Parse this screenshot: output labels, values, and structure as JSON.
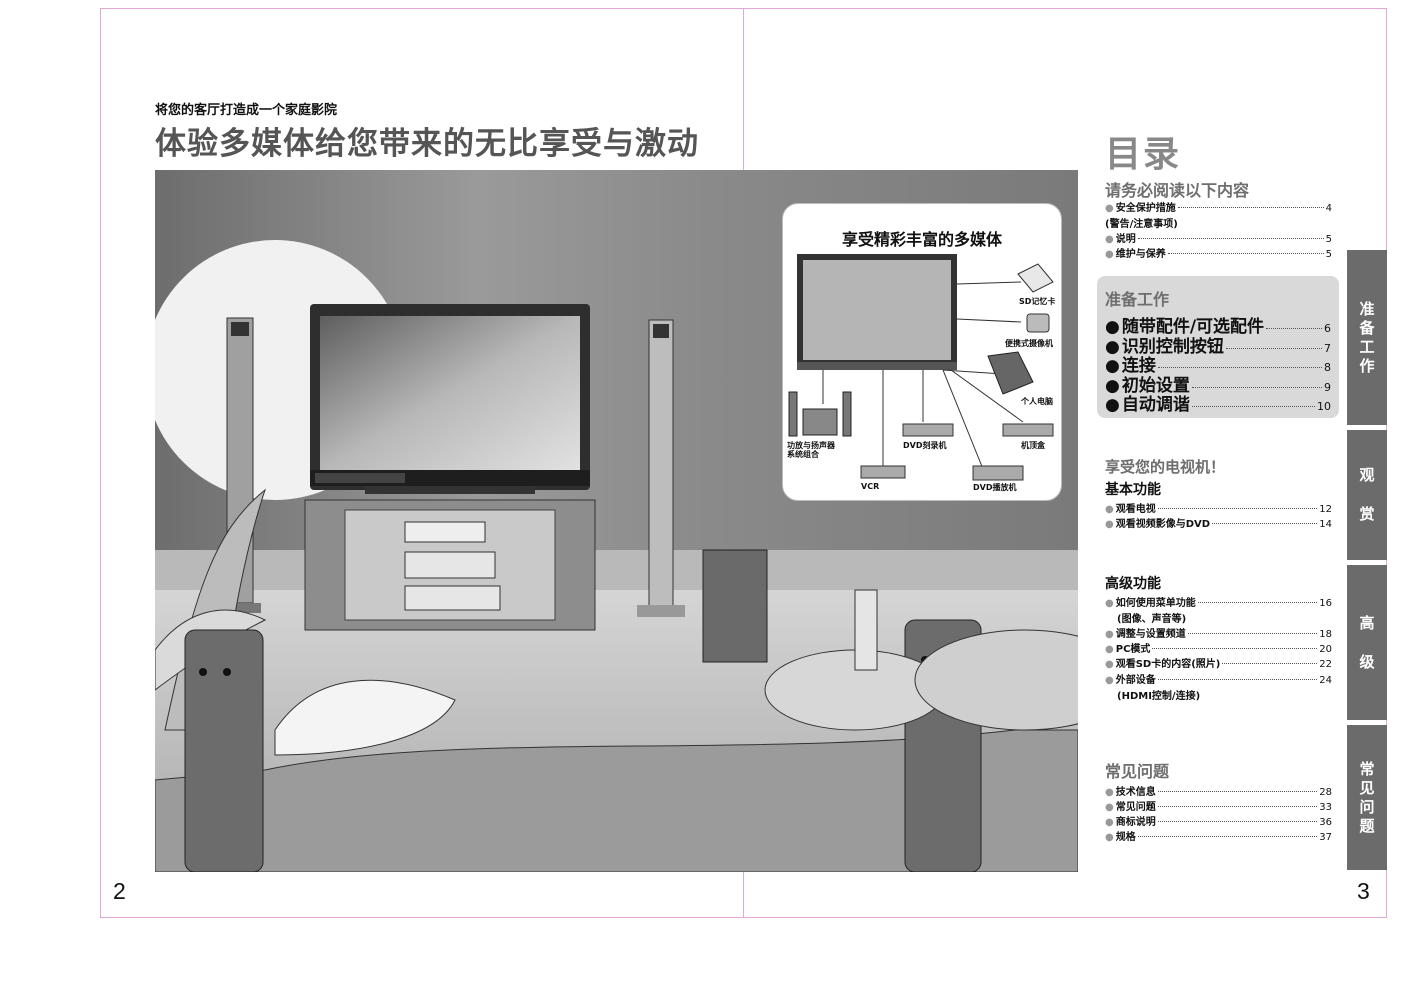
{
  "left_page": {
    "kicker": "将您的客厅打造成一个家庭影院",
    "headline": "体验多媒体给您带来的无比享受与激动",
    "page_number": "2"
  },
  "multimedia_box": {
    "title": "享受精彩丰富的多媒体",
    "labels": {
      "sd_card": "SD记忆卡",
      "camcorder": "便携式摄像机",
      "pc": "个人电脑",
      "amp_line1": "功放与扬声器",
      "amp_line2": "系统组合",
      "dvd_recorder": "DVD刻录机",
      "set_top_box": "机顶盒",
      "vcr": "VCR",
      "dvd_player": "DVD播放机"
    }
  },
  "toc": {
    "title": "目录",
    "must_read": {
      "heading": "请务必阅读以下内容",
      "items": [
        {
          "label": "安全保护措施",
          "page": "4",
          "note": "(警告/注意事项)"
        },
        {
          "label": "说明",
          "page": "5"
        },
        {
          "label": "维护与保养",
          "page": "5"
        }
      ]
    },
    "prep": {
      "heading": "准备工作",
      "items": [
        {
          "label": "随带配件/可选配件",
          "page": "6"
        },
        {
          "label": "识别控制按钮",
          "page": "7"
        },
        {
          "label": "连接",
          "page": "8"
        },
        {
          "label": "初始设置",
          "page": "9"
        },
        {
          "label": "自动调谐",
          "page": "10"
        }
      ]
    },
    "enjoy": {
      "heading": "享受您的电视机！",
      "sub": "基本功能",
      "items": [
        {
          "label": "观看电视",
          "page": "12"
        },
        {
          "label": "观看视频影像与DVD",
          "page": "14"
        }
      ]
    },
    "advanced": {
      "heading": "高级功能",
      "items": [
        {
          "label": "如何使用菜单功能",
          "page": "16",
          "note": "(图像、声音等)"
        },
        {
          "label": "调整与设置频道",
          "page": "18"
        },
        {
          "label": "PC模式",
          "page": "20"
        },
        {
          "label": "观看SD卡的内容(照片)",
          "page": "22"
        },
        {
          "label": "外部设备",
          "page": "24",
          "note": "(HDMI控制/连接)"
        }
      ]
    },
    "faq": {
      "heading": "常见问题",
      "items": [
        {
          "label": "技术信息",
          "page": "28"
        },
        {
          "label": "常见问题",
          "page": "33"
        },
        {
          "label": "商标说明",
          "page": "36"
        },
        {
          "label": "规格",
          "page": "37"
        }
      ]
    },
    "page_number": "3"
  },
  "side_tabs": [
    {
      "chars": [
        "准",
        "备",
        "工",
        "作"
      ]
    },
    {
      "chars": [
        "观",
        "赏"
      ]
    },
    {
      "chars": [
        "高",
        "级"
      ]
    },
    {
      "chars": [
        "常",
        "见",
        "问",
        "题"
      ]
    }
  ],
  "bullet": "●"
}
